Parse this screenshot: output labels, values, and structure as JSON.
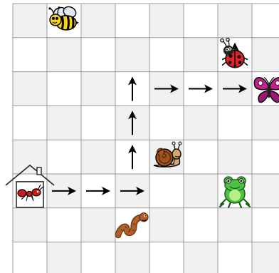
{
  "board": {
    "columns": 8,
    "rows": 8,
    "colors": {
      "cell_shaded": "#f1f1f1",
      "cell_plain": "#ffffff",
      "grid_line": "#9a9a9a",
      "arrow": "#000000"
    },
    "shaded_cells": [
      [
        0,
        0
      ],
      [
        0,
        2
      ],
      [
        0,
        4
      ],
      [
        0,
        6
      ],
      [
        1,
        1
      ],
      [
        1,
        3
      ],
      [
        1,
        5
      ],
      [
        1,
        7
      ],
      [
        2,
        0
      ],
      [
        2,
        2
      ],
      [
        2,
        4
      ],
      [
        2,
        6
      ],
      [
        3,
        1
      ],
      [
        3,
        3
      ],
      [
        3,
        5
      ],
      [
        3,
        7
      ],
      [
        4,
        0
      ],
      [
        4,
        2
      ],
      [
        4,
        4
      ],
      [
        4,
        6
      ],
      [
        5,
        1
      ],
      [
        5,
        3
      ],
      [
        5,
        5
      ],
      [
        5,
        7
      ],
      [
        6,
        0
      ],
      [
        6,
        2
      ],
      [
        6,
        4
      ],
      [
        6,
        6
      ],
      [
        7,
        1
      ],
      [
        7,
        3
      ],
      [
        7,
        5
      ],
      [
        7,
        7
      ]
    ]
  },
  "critters": [
    {
      "kind": "bee",
      "icon": "bee-icon",
      "col": 1,
      "row": 0
    },
    {
      "kind": "ladybug",
      "icon": "ladybug-icon",
      "col": 6,
      "row": 1
    },
    {
      "kind": "butterfly",
      "icon": "butterfly-icon",
      "col": 7,
      "row": 2
    },
    {
      "kind": "snail",
      "icon": "snail-icon",
      "col": 4,
      "row": 4
    },
    {
      "kind": "ant-in-house",
      "icon": "ant-house-icon",
      "col": 0,
      "row": 5
    },
    {
      "kind": "frog",
      "icon": "frog-icon",
      "col": 6,
      "row": 5
    },
    {
      "kind": "worm",
      "icon": "worm-icon",
      "col": 3,
      "row": 6
    }
  ],
  "path_arrows": [
    {
      "dir": "right",
      "col": 1,
      "row": 5
    },
    {
      "dir": "right",
      "col": 2,
      "row": 5
    },
    {
      "dir": "right",
      "col": 3,
      "row": 5
    },
    {
      "dir": "up",
      "col": 3,
      "row": 4
    },
    {
      "dir": "up",
      "col": 3,
      "row": 3
    },
    {
      "dir": "up",
      "col": 3,
      "row": 2
    },
    {
      "dir": "right",
      "col": 4,
      "row": 2
    },
    {
      "dir": "right",
      "col": 5,
      "row": 2
    },
    {
      "dir": "right",
      "col": 6,
      "row": 2
    },
    {
      "dir": "up",
      "col": 6,
      "row": 1
    }
  ]
}
